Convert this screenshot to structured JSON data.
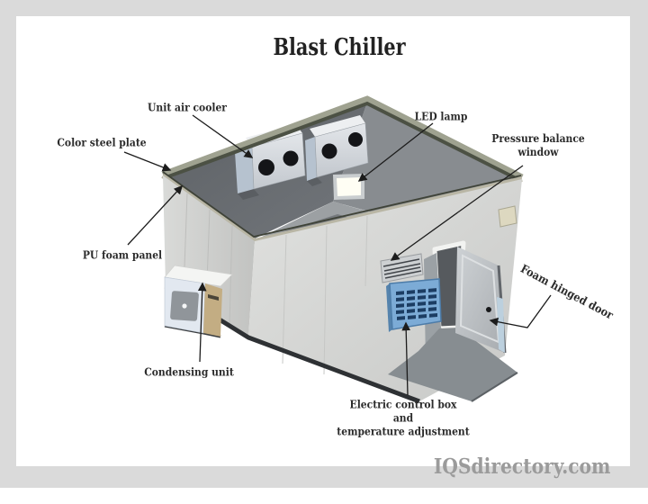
{
  "title": "Blast Chiller",
  "watermark": "IQSdirectory.com",
  "labels": {
    "unit_air_cooler": {
      "text": "Unit air cooler"
    },
    "color_steel_plate": {
      "text": "Color steel plate"
    },
    "pu_foam_panel": {
      "text": "PU foam panel"
    },
    "led_lamp": {
      "text": "LED lamp"
    },
    "pressure_balance_window": {
      "lines": [
        "Pressure balance",
        "window"
      ]
    },
    "foam_hinged_door": {
      "text": "Foam hinged door"
    },
    "condensing_unit": {
      "text": "Condensing unit"
    },
    "electric_control_box": {
      "lines": [
        "Electric control box",
        "and",
        "temperature adjustment"
      ]
    }
  },
  "colors": {
    "frame_bg": "#dadada",
    "card_bg": "#ffffff",
    "title_text": "#222222",
    "label_text": "#2b2b2b",
    "leader_line": "#1c1c1c",
    "watermark_text": "#9b9b9b",
    "interior_dark_wall": "#64686c",
    "interior_light_wall": "#888c90",
    "interior_floor": "#9ca0a3",
    "floor_shadow": "#75797d",
    "rim_tan": "#b9b6a5",
    "rim_dark": "#4c5144",
    "rim_highlight": "#9fa290",
    "wall_left": "#cfd0ce",
    "wall_right": "#d8d9d7",
    "cooler_face": "#dde0e4",
    "cooler_fan": "#141518",
    "lamp_glow": "#fffef4",
    "vent_frame": "#cdd0d2",
    "control_box_blue": "#7cabd6",
    "control_slot_navy": "#1c3d63",
    "door_panel": "#c0c4c8",
    "door_opening": "#565a5e",
    "ramp_gray": "#878d91",
    "ground_shadow": "#2e3134",
    "condenser_side_tan": "#c3ad83",
    "condenser_face": "#e2e8f0",
    "switch_beige": "#ddd8c0"
  }
}
